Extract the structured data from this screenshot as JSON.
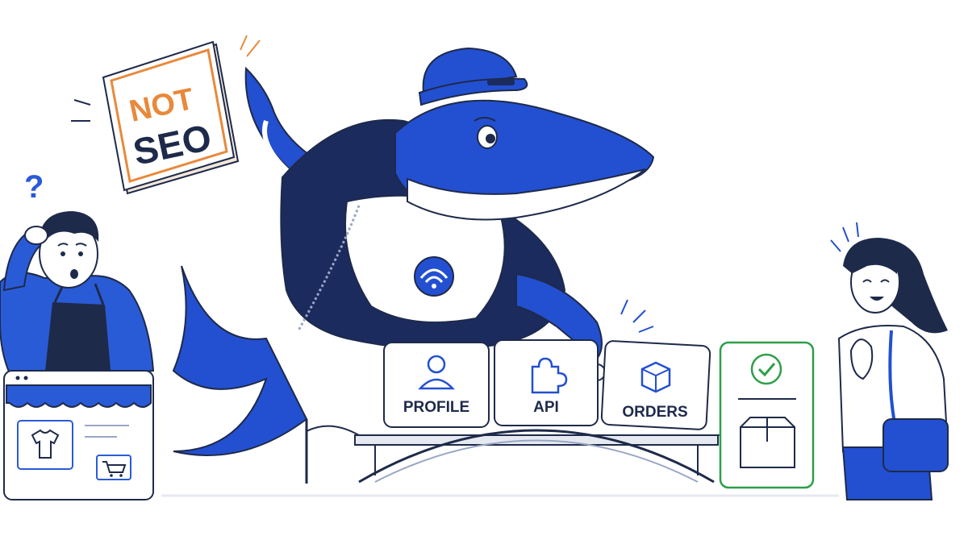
{
  "sign": {
    "line1": "NOT",
    "line2": "SEO"
  },
  "question_mark": "?",
  "tiles": [
    {
      "label": "PROFILE",
      "icon": "user-icon"
    },
    {
      "label": "API",
      "icon": "puzzle-icon"
    },
    {
      "label": "ORDERS",
      "icon": "package-icon"
    }
  ],
  "delivered_card": {
    "icons": [
      "check-icon",
      "box-icon"
    ]
  },
  "storefront_icons": [
    "tshirt-icon",
    "cart-icon"
  ],
  "colors": {
    "brand_blue": "#1f4fd1",
    "navy": "#1b2b5e",
    "accent_orange": "#e8893b",
    "success_green": "#2e9e4a",
    "ink": "#1e2a4a"
  }
}
